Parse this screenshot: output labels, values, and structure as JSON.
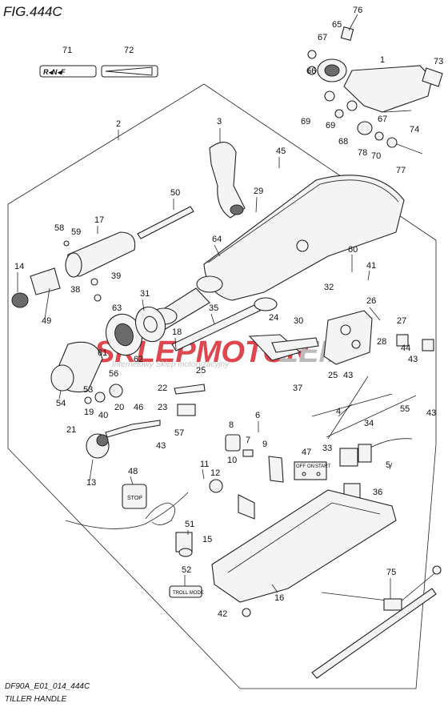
{
  "figure": {
    "title": "FIG.444C",
    "code": "DF90A_E01_014_444C",
    "name": "TILLER HANDLE"
  },
  "watermark": {
    "text_red": "SKLEPMOTOR",
    "text_gray": "ZEM",
    "subtitle": "Internetowy Sklep motoryzacyjny",
    "color_red": "#d9272e",
    "color_gray": "#b0b0b0"
  },
  "decals": {
    "shift_decal": "R◂N◂F",
    "stop_button": "STOP",
    "troll_mode_button": "TROLL MODE",
    "switch_label_off": "OFF",
    "switch_label_on": "ON",
    "switch_label_start": "START"
  },
  "callouts": [
    "1",
    "2",
    "3",
    "4",
    "5",
    "6",
    "7",
    "8",
    "9",
    "10",
    "11",
    "12",
    "13",
    "14",
    "15",
    "16",
    "17",
    "18",
    "19",
    "20",
    "21",
    "22",
    "23",
    "24",
    "25",
    "26",
    "27",
    "28",
    "29",
    "30",
    "31",
    "32",
    "33",
    "34",
    "35",
    "36",
    "37",
    "38",
    "39",
    "40",
    "41",
    "42",
    "43",
    "44",
    "45",
    "46",
    "47",
    "48",
    "49",
    "50",
    "51",
    "52",
    "53",
    "54",
    "55",
    "56",
    "57",
    "58",
    "59",
    "60",
    "61",
    "62",
    "63",
    "64",
    "65",
    "66",
    "67",
    "68",
    "69",
    "70",
    "71",
    "72",
    "73",
    "74",
    "75",
    "76",
    "77",
    "78"
  ],
  "labels": {
    "c1": "1",
    "c2": "2",
    "c3": "3",
    "c4": "4",
    "c5": "5",
    "c6": "6",
    "c7": "7",
    "c8": "8",
    "c9": "9",
    "c10": "10",
    "c11": "11",
    "c12": "12",
    "c13": "13",
    "c14": "14",
    "c15": "15",
    "c16": "16",
    "c17": "17",
    "c18": "18",
    "c19": "19",
    "c20": "20",
    "c21": "21",
    "c22": "22",
    "c23": "23",
    "c24": "24",
    "c25a": "25",
    "c25b": "25",
    "c26": "26",
    "c27": "27",
    "c28": "28",
    "c29": "29",
    "c30": "30",
    "c31": "31",
    "c32": "32",
    "c33": "33",
    "c34": "34",
    "c35": "35",
    "c36": "36",
    "c37": "37",
    "c38": "38",
    "c39": "39",
    "c40": "40",
    "c41": "41",
    "c42": "42",
    "c43a": "43",
    "c43b": "43",
    "c43c": "43",
    "c44": "44",
    "c45": "45",
    "c46": "46",
    "c47": "47",
    "c48": "48",
    "c49": "49",
    "c50": "50",
    "c51": "51",
    "c52": "52",
    "c53": "53",
    "c54": "54",
    "c55": "55",
    "c56": "56",
    "c57": "57",
    "c58": "58",
    "c59": "59",
    "c60": "60",
    "c61": "61",
    "c62": "62",
    "c63": "63",
    "c64": "64",
    "c65": "65",
    "c66": "66",
    "c67a": "67",
    "c67b": "67",
    "c68": "68",
    "c69a": "69",
    "c69b": "69",
    "c70": "70",
    "c71": "71",
    "c72": "72",
    "c73": "73",
    "c74": "74",
    "c75": "75",
    "c76": "76",
    "c77": "77",
    "c78": "78"
  }
}
